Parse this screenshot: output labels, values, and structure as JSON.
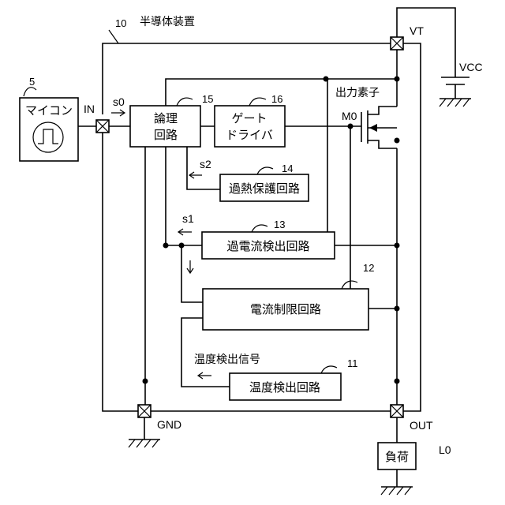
{
  "device": {
    "ref": "10",
    "label": "半導体装置"
  },
  "terminals": {
    "vt": "VT",
    "in": "IN",
    "gnd": "GND",
    "out": "OUT"
  },
  "supply": {
    "label": "VCC"
  },
  "mcu": {
    "ref": "5",
    "label": "マイコン"
  },
  "output_element": {
    "label": "出力素子",
    "ref": "M0"
  },
  "blocks": {
    "logic": {
      "ref": "15",
      "line1": "論理",
      "line2": "回路"
    },
    "gate_driver": {
      "ref": "16",
      "line1": "ゲート",
      "line2": "ドライバ"
    },
    "overheat": {
      "ref": "14",
      "label": "過熱保護回路"
    },
    "overcurrent": {
      "ref": "13",
      "label": "過電流検出回路"
    },
    "current_limit": {
      "ref": "12",
      "label": "電流制限回路"
    },
    "temp_detect": {
      "ref": "11",
      "label": "温度検出回路"
    }
  },
  "signals": {
    "s0": "s0",
    "s1": "s1",
    "s2": "s2",
    "temp_signal": "温度検出信号"
  },
  "load": {
    "label": "負荷",
    "ref": "L0"
  }
}
